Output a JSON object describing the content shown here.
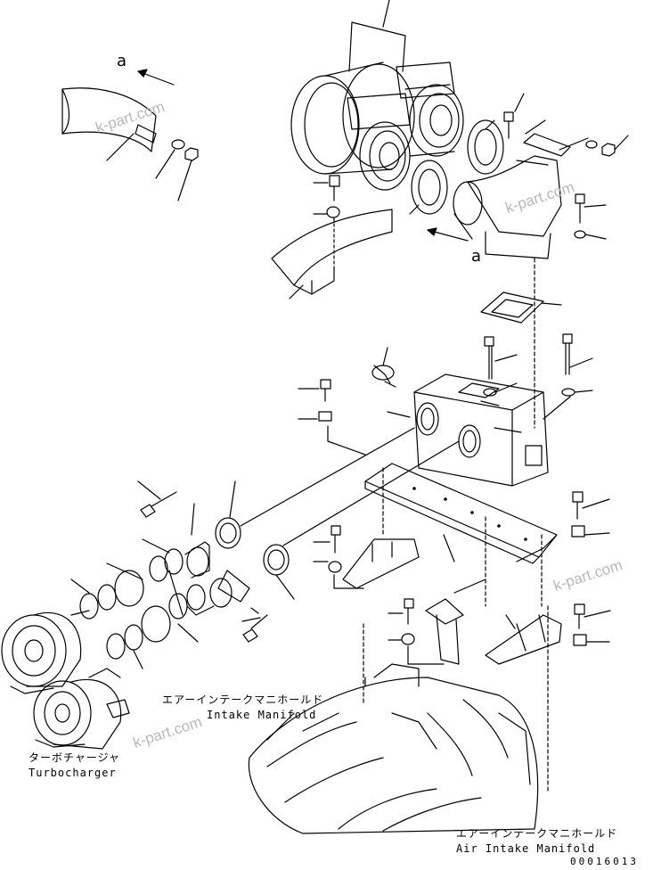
{
  "diagram": {
    "labels": {
      "intake_manifold_jp": "エアーインテークマニホールド",
      "intake_manifold_en": "Intake Manifold",
      "turbocharger_jp": "ターボチャージャ",
      "turbocharger_en": "Turbocharger",
      "air_intake_manifold_jp": "エアーインテークマニホールド",
      "air_intake_manifold_en": "Air Intake Manifold"
    },
    "view_marker_top": "a",
    "view_marker_right": "a",
    "watermarks": [
      "k-part.com",
      "k-part.com",
      "k-part.com",
      "k-part.com"
    ],
    "drawing_code": "00016013"
  }
}
